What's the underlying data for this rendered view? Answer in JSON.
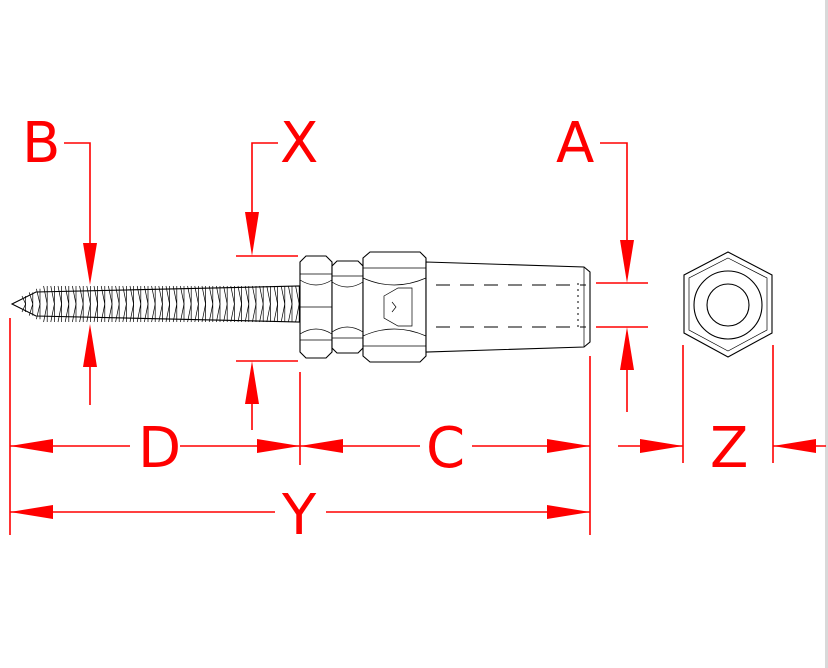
{
  "labels": {
    "A": "A",
    "B": "B",
    "C": "C",
    "D": "D",
    "X": "X",
    "Y": "Y",
    "Z": "Z"
  },
  "colors": {
    "dimension": "#ff0000",
    "part": "#000000",
    "background": "#ffffff"
  }
}
